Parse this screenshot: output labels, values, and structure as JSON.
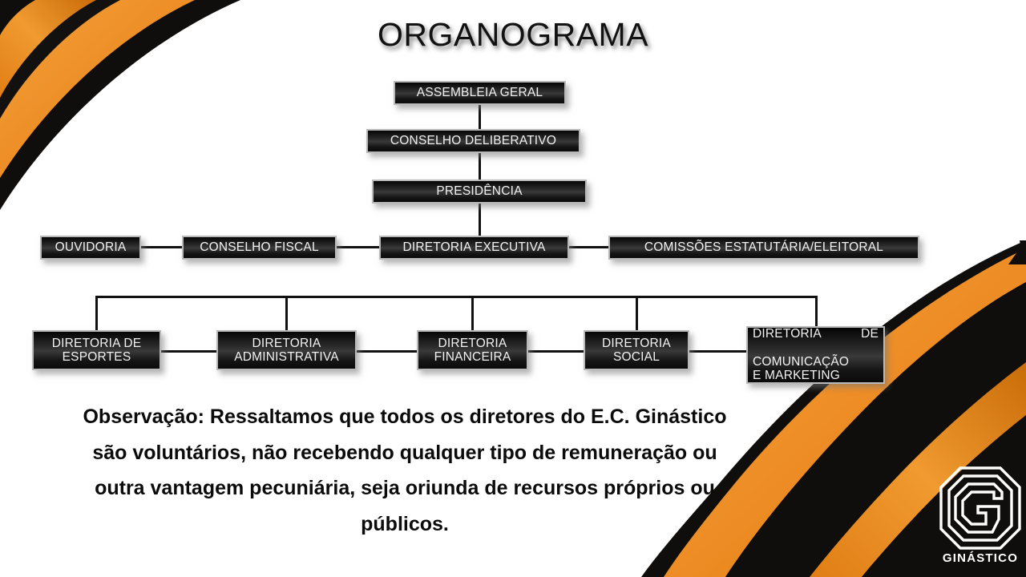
{
  "slide": {
    "title": "ORGANOGRAMA",
    "background_color": "#ffffff",
    "accent_orange": "#ED8B23",
    "accent_orange_dark": "#D97A12",
    "accent_black": "#100E0C",
    "node_text_color": "#f2f2f2",
    "connector_color": "#111111"
  },
  "chart_data": {
    "type": "diagram",
    "title": "ORGANOGRAMA",
    "levels": [
      {
        "level": 1,
        "nodes": [
          {
            "id": "assembleia",
            "label": "ASSEMBLEIA GERAL"
          }
        ]
      },
      {
        "level": 2,
        "nodes": [
          {
            "id": "conselho-deliberativo",
            "label": "CONSELHO DELIBERATIVO"
          }
        ]
      },
      {
        "level": 3,
        "nodes": [
          {
            "id": "presidencia",
            "label": "PRESIDÊNCIA"
          }
        ]
      },
      {
        "level": 4,
        "nodes": [
          {
            "id": "ouvidoria",
            "label": "OUVIDORIA"
          },
          {
            "id": "conselho-fiscal",
            "label": "CONSELHO FISCAL"
          },
          {
            "id": "diretoria-executiva",
            "label": "DIRETORIA EXECUTIVA"
          },
          {
            "id": "comissoes",
            "label": "COMISSÕES ESTATUTÁRIA/ELEITORAL"
          }
        ]
      },
      {
        "level": 5,
        "nodes": [
          {
            "id": "diretoria-esportes",
            "label": "DIRETORIA DE ESPORTES",
            "line1": "DIRETORIA DE",
            "line2": "ESPORTES"
          },
          {
            "id": "diretoria-administrativa",
            "label": "DIRETORIA ADMINISTRATIVA",
            "line1": "DIRETORIA",
            "line2": "ADMINISTRATIVA"
          },
          {
            "id": "diretoria-financeira",
            "label": "DIRETORIA FINANCEIRA",
            "line1": "DIRETORIA",
            "line2": "FINANCEIRA"
          },
          {
            "id": "diretoria-social",
            "label": "DIRETORIA SOCIAL",
            "line1": "DIRETORIA",
            "line2": "SOCIAL"
          },
          {
            "id": "diretoria-comunicacao",
            "label": "DIRETORIA DE COMUNICAÇÃO E MARKETING",
            "line1": "DIRETORIA DE",
            "line2": "COMUNICAÇÃO",
            "line3": "E MARKETING"
          }
        ]
      }
    ],
    "edges": [
      {
        "from": "assembleia",
        "to": "conselho-deliberativo"
      },
      {
        "from": "conselho-deliberativo",
        "to": "presidencia"
      },
      {
        "from": "presidencia",
        "to": "diretoria-executiva"
      },
      {
        "from": "ouvidoria",
        "to": "conselho-fiscal"
      },
      {
        "from": "conselho-fiscal",
        "to": "diretoria-executiva"
      },
      {
        "from": "diretoria-executiva",
        "to": "comissoes"
      },
      {
        "from": "diretoria-executiva",
        "to": "diretoria-esportes"
      },
      {
        "from": "diretoria-executiva",
        "to": "diretoria-administrativa"
      },
      {
        "from": "diretoria-executiva",
        "to": "diretoria-financeira"
      },
      {
        "from": "diretoria-executiva",
        "to": "diretoria-social"
      },
      {
        "from": "diretoria-executiva",
        "to": "diretoria-comunicacao"
      }
    ]
  },
  "nodes": {
    "assembleia": "ASSEMBLEIA GERAL",
    "conselho_deliberativo": "CONSELHO DELIBERATIVO",
    "presidencia": "PRESIDÊNCIA",
    "ouvidoria": "OUVIDORIA",
    "conselho_fiscal": "CONSELHO FISCAL",
    "diretoria_executiva": "DIRETORIA EXECUTIVA",
    "comissoes": "COMISSÕES ESTATUTÁRIA/ELEITORAL",
    "esportes_l1": "DIRETORIA DE",
    "esportes_l2": "ESPORTES",
    "administrativa_l1": "DIRETORIA",
    "administrativa_l2": "ADMINISTRATIVA",
    "financeira_l1": "DIRETORIA",
    "financeira_l2": "FINANCEIRA",
    "social_l1": "DIRETORIA",
    "social_l2": "SOCIAL",
    "comunicacao_l1": "DIRETORIA DE",
    "comunicacao_l2": "COMUNICAÇÃO",
    "comunicacao_l3": "E MARKETING"
  },
  "observation": {
    "line1": "Observação: Ressaltamos que todos os diretores do E.C. Ginástico",
    "line2": "são voluntários, não recebendo qualquer tipo de remuneração ou",
    "line3": "outra vantagem pecuniária, seja oriunda de recursos próprios ou",
    "line4": "públicos."
  },
  "logo": {
    "letter": "G",
    "wordmark": "GINÁSTICO"
  }
}
